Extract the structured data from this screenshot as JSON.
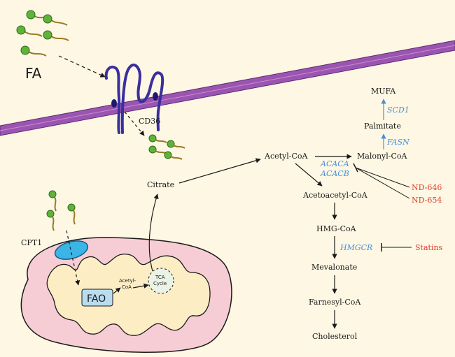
{
  "colors": {
    "background": "#fdf7e3",
    "membrane": "#9b55b0",
    "protein": "#3a2f9e",
    "gene": "#4a90d9",
    "drug": "#e23c2c",
    "mito_outer": "#f6cdd5",
    "mito_inner": "#fdedc4",
    "fa_head": "#5fb33a",
    "fa_tail": "#9b7a25",
    "cpt1": "#3bb5e6",
    "fao_box": "#b9dcef"
  },
  "labels": {
    "fa": "FA",
    "cd36": "CD36",
    "cpt1": "CPT1",
    "fao": "FAO",
    "acetyl_coa_small": "Acetyl-",
    "acetyl_coa_small_2": "CoA",
    "tca_1": "TCA",
    "tca_2": "Cycle",
    "citrate": "Citrate",
    "acetyl_coa": "Acetyl-CoA",
    "malonyl_coa": "Malonyl-CoA",
    "palmitate": "Palmitate",
    "mufa": "MUFA",
    "acetoacetyl_coa": "Acetoacetyl-CoA",
    "hmg_coa": "HMG-CoA",
    "mevalonate": "Mevalonate",
    "farnesyl_coa": "Farnesyl-CoA",
    "cholesterol": "Cholesterol"
  },
  "genes": {
    "acaca": "ACACA",
    "acacb": "ACACB",
    "fasn": "FASN",
    "scd1": "SCD1",
    "hmgcr": "HMGCR"
  },
  "drugs": {
    "nd646": "ND-646",
    "nd654": "ND-654",
    "statins": "Statins"
  }
}
